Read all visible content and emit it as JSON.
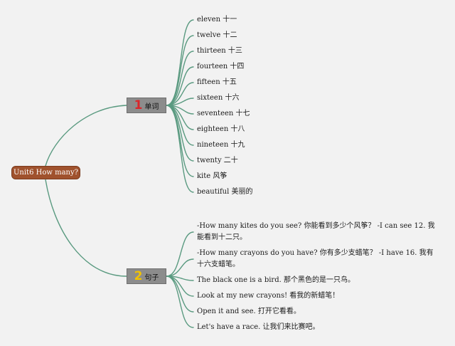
{
  "root": {
    "label": "Unit6 How many?"
  },
  "branches": [
    {
      "number": "1",
      "label": "单词",
      "items": [
        "eleven 十一",
        "twelve 十二",
        "thirteen 十三",
        "fourteen 十四",
        "fifteen 十五",
        "sixteen 十六",
        "seventeen 十七",
        "eighteen 十八",
        "nineteen 十九",
        "twenty 二十",
        "kite 风筝",
        "beautiful 美丽的"
      ]
    },
    {
      "number": "2",
      "label": "句子",
      "items": [
        "-How many kites do you see? 你能看到多少个风筝？ -I can see 12. 我能看到十二只。",
        "-How many crayons do you have? 你有多少支蜡笔？ -I have 16. 我有十六支蜡笔。",
        "The black one is a bird. 那个黑色的是一只鸟。",
        "Look at my new crayons! 看我的新蜡笔！",
        "Open it and see. 打开它看看。",
        "Let's have a race. 让我们来比赛吧。"
      ]
    }
  ],
  "colors": {
    "link": "#5a9a80",
    "root_fill": "#a0522d",
    "branch_fill": "#8c8c8c",
    "num1": "#d9262b",
    "num2": "#f2c200"
  }
}
